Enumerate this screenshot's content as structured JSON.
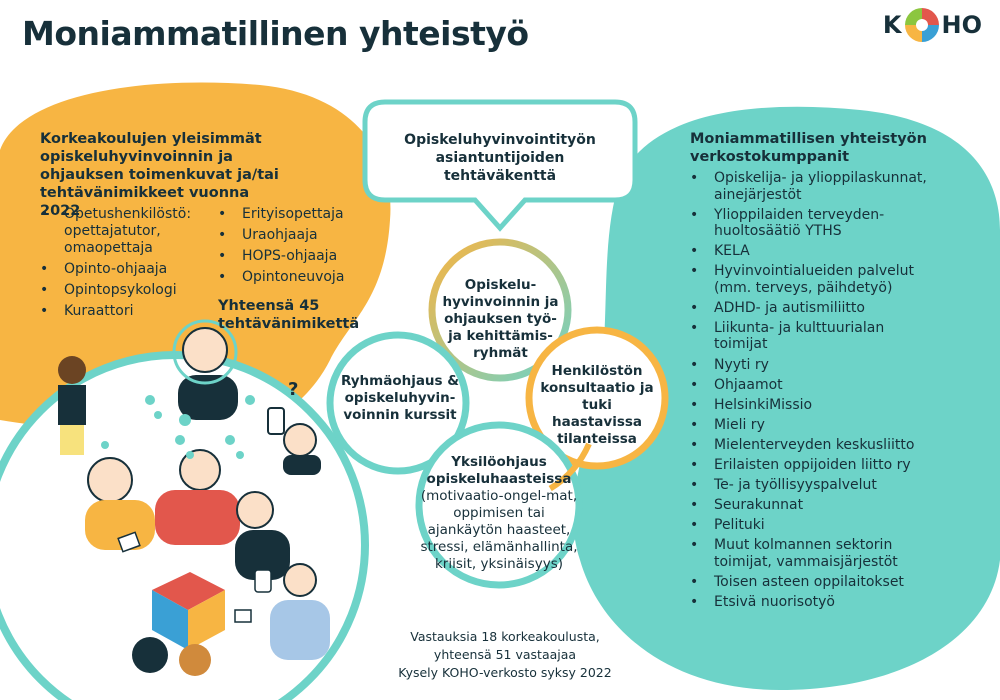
{
  "header": {
    "title": "Moniammatillinen yhteistyö",
    "logo": {
      "k": "K",
      "ho": "HO",
      "mark": "puzzle-circle-icon"
    }
  },
  "left_panel": {
    "heading": "Korkeakoulujen yleisimmät opiskeluhyvinvoinnin ja ohjauksen toimenkuvat ja/tai tehtävänimikkeet vuonna 2022",
    "col1": [
      "Opetushenkilöstö: opettajatutor, omaopettaja",
      "Opinto-ohjaaja",
      "Opintopsykologi",
      "Kuraattori"
    ],
    "col2": [
      "Erityisopettaja",
      "Uraohjaaja",
      "HOPS-ohjaaja",
      "Opintoneuvoja"
    ],
    "total": "Yhteensä 45 tehtävänimikettä"
  },
  "center": {
    "bubble": "Opiskeluhyvinvointityön asiantuntijoiden tehtäväkenttä",
    "top": "Opiskelu-hyvinvoinnin ja ohjauksen työ- ja kehittämis-ryhmät",
    "left": "Ryhmäohjaus & opiskeluhyvin-voinnin kurssit",
    "right": "Henkilöstön konsultaatio ja tuki haastavissa tilanteissa",
    "bottom_title": "Yksilöohjaus opiskeluhaasteissa",
    "bottom_detail": "(motivaatio-ongel-mat, oppimisen tai ajankäytön haasteet, stressi, elämänhallinta, kriisit, yksinäisyys)"
  },
  "right_panel": {
    "heading": "Moniammatillisen yhteistyön verkostokumppanit",
    "items": [
      "Opiskelija- ja ylioppilaskunnat, ainejärjestöt",
      "Ylioppilaiden terveyden-huoltosäätiö YTHS",
      "KELA",
      "Hyvinvointialueiden palvelut (mm. terveys, päihdetyö)",
      "ADHD- ja autismiliitto",
      "Liikunta- ja kulttuurialan toimijat",
      "Nyyti ry",
      "Ohjaamot",
      "HelsinkiMissio",
      "Mieli ry",
      "Mielenterveyden keskusliitto",
      "Erilaisten oppijoiden liitto ry",
      "Te- ja työllisyyspalvelut",
      "Seurakunnat",
      "Pelituki",
      "Muut kolmannen sektorin toimijat, vammaisjärjestöt",
      "Toisen asteen oppilaitokset",
      "Etsivä nuorisotyö"
    ]
  },
  "footer": {
    "line1": "Vastauksia 18 korkeakoulusta,",
    "line2": "yhteensä 51 vastaajaa",
    "line3": "Kysely KOHO-verkosto syksy 2022"
  },
  "colors": {
    "orange": "#f7b543",
    "teal": "#6dd3c8",
    "navy": "#17303a",
    "green": "#8cc63f",
    "red": "#e2574c",
    "blue": "#3aa0d5"
  },
  "illustration": {
    "icons": [
      "people-meeting-illustration",
      "thought-bubble-icon",
      "person-with-phone-icon",
      "question-mark-icon",
      "house-cube-icon"
    ]
  }
}
